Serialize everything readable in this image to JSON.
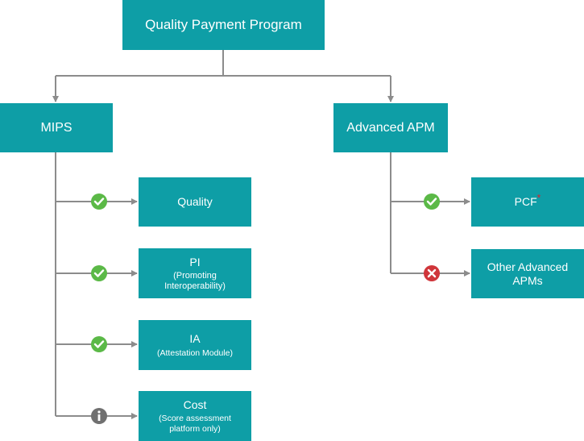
{
  "root": {
    "label": "Quality Payment Program"
  },
  "mips": {
    "label": "MIPS",
    "items": [
      {
        "label": "Quality",
        "sub": "",
        "status": "check"
      },
      {
        "label": "PI",
        "sub": "(Promoting Interoperability)",
        "status": "check"
      },
      {
        "label": "IA",
        "sub": "(Attestation Module)",
        "status": "check"
      },
      {
        "label": "Cost",
        "sub": "(Score assessment platform only)",
        "status": "info"
      }
    ]
  },
  "apm": {
    "label": "Advanced APM",
    "items": [
      {
        "label": "PCF",
        "asterisk": "*",
        "status": "check"
      },
      {
        "label": "Other Advanced APMs",
        "status": "cross"
      }
    ]
  },
  "colors": {
    "box": "#0e9ea6",
    "line": "#8c8c8c",
    "check": "#5bb947",
    "cross": "#d0353a",
    "info": "#707070",
    "asterisk": "#e0202a"
  }
}
